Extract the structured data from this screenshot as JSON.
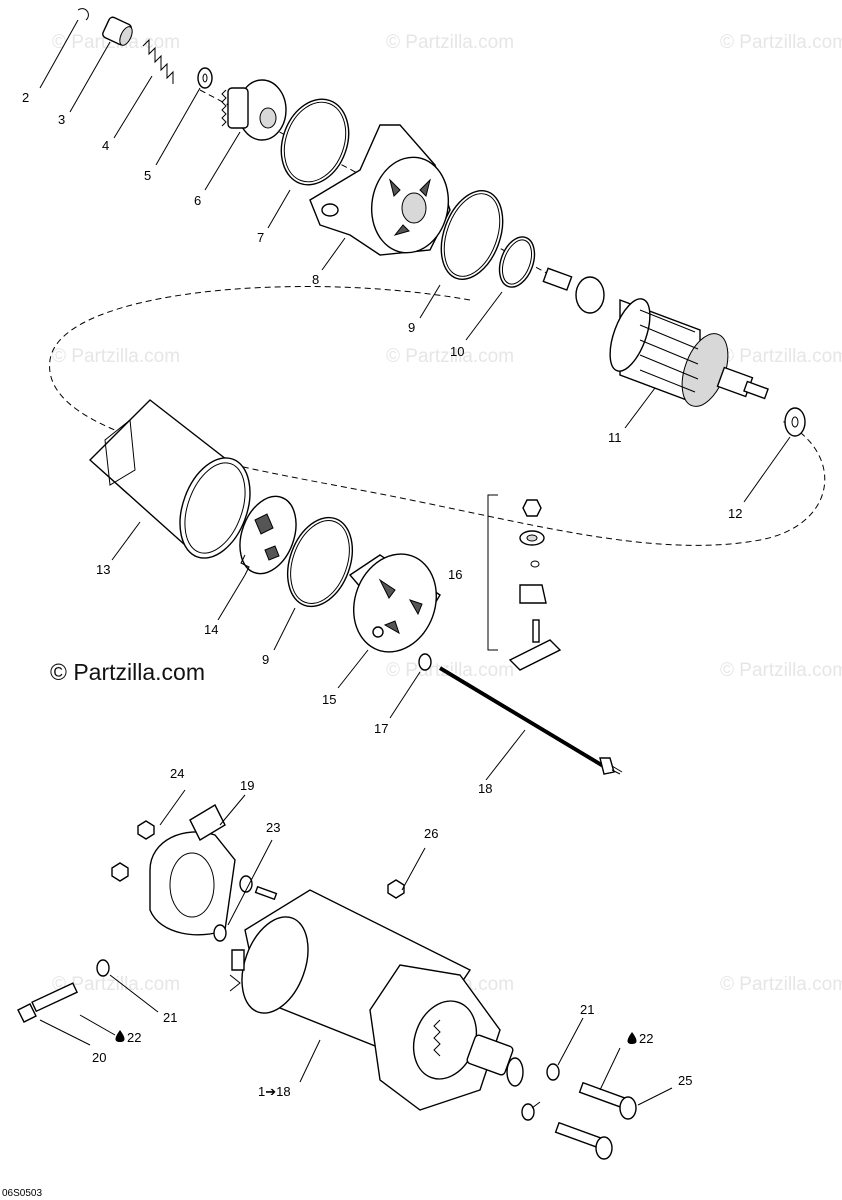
{
  "watermark": "© Partzilla.com",
  "watermark_main": "© Partzilla.com",
  "diagram_code": "06S0503",
  "callouts": {
    "c2": "2",
    "c3": "3",
    "c4": "4",
    "c5": "5",
    "c6": "6",
    "c7": "7",
    "c8": "8",
    "c9a": "9",
    "c9b": "9",
    "c10": "10",
    "c11": "11",
    "c12": "12",
    "c13": "13",
    "c14": "14",
    "c15": "15",
    "c16": "16",
    "c17": "17",
    "c18": "18",
    "c19": "19",
    "c20": "20",
    "c21a": "21",
    "c21b": "21",
    "c22a": "22",
    "c22b": "22",
    "c23": "23",
    "c24": "24",
    "c25": "25",
    "c26": "26",
    "c1to18": "1➔18"
  },
  "icons": {
    "drop": "drop-icon"
  }
}
